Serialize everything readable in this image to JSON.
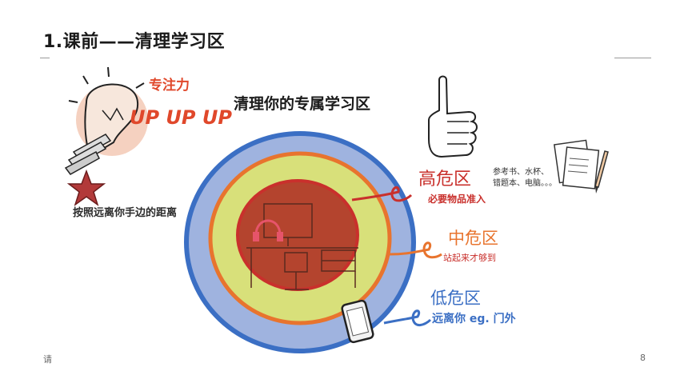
{
  "slide": {
    "title": "1.课前——清理学习区",
    "footer": "请",
    "page_number": "8"
  },
  "illustration": {
    "focus_label": "专注力",
    "upup_label": "UP UP UP",
    "clean_title": "清理你的专属学习区",
    "distance_label": "按照远离你手边的距离",
    "high_zone": {
      "title": "高危区",
      "items_line1": "参考书、水杯、",
      "items_line2": "错题本、电脑。。。",
      "subtitle": "必要物品准入"
    },
    "mid_zone": {
      "title": "中危区",
      "subtitle": "站起来才够到"
    },
    "low_zone": {
      "title": "低危区",
      "subtitle": "远离你 eg. 门外"
    },
    "colors": {
      "outer_ring": "#3b6fc4",
      "outer_fill": "#9fb3df",
      "middle_ring": "#e8742e",
      "middle_fill": "#d8e07a",
      "inner_ring": "#c9302c",
      "inner_fill": "#b4442e",
      "accent_red": "#e0482b"
    },
    "icons": [
      "lightbulb-icon",
      "star-icon",
      "thumbs-up-hand-icon",
      "notes-icon",
      "pencil-icon",
      "desk-icon",
      "headphones-icon",
      "phone-icon"
    ]
  }
}
